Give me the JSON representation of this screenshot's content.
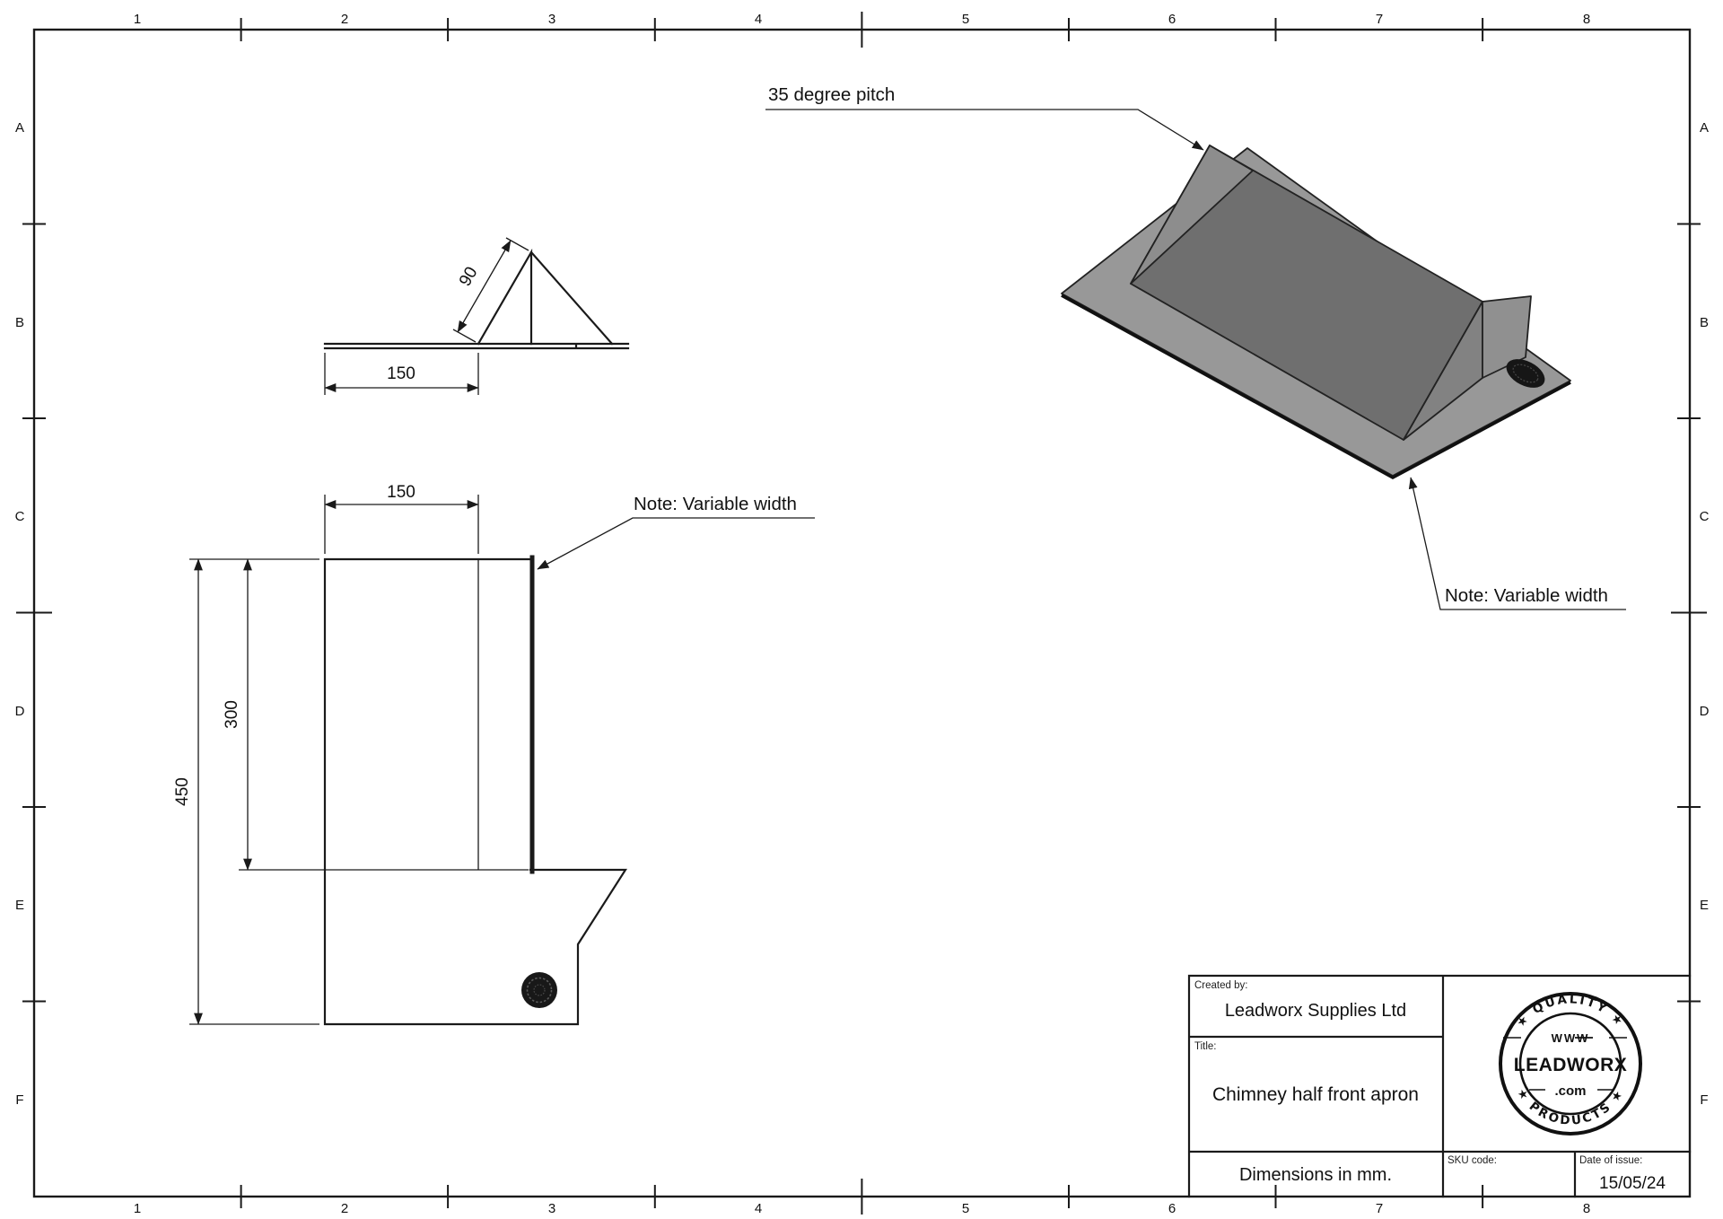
{
  "frame": {
    "columns": [
      "1",
      "2",
      "3",
      "4",
      "5",
      "6",
      "7",
      "8"
    ],
    "rows": [
      "A",
      "B",
      "C",
      "D",
      "E",
      "F"
    ]
  },
  "views": {
    "side_profile": {
      "dim_slope": "90",
      "dim_base": "150"
    },
    "front": {
      "dim_width": "150",
      "dim_upper_height": "300",
      "dim_total_height": "450",
      "note": "Note: Variable width"
    },
    "iso": {
      "pitch_note": "35 degree pitch",
      "width_note": "Note: Variable width"
    }
  },
  "title_block": {
    "created_by_label": "Created by:",
    "created_by": "Leadworx Supplies Ltd",
    "title_label": "Title:",
    "title": "Chimney half front apron",
    "units": "Dimensions in mm.",
    "sku_label": "SKU code:",
    "date_label": "Date of issue:",
    "date": "15/05/24"
  },
  "logo": {
    "arc_top": "★ QUALITY ★",
    "arc_bottom": "★ PRODUCTS ★",
    "line1": "WWW",
    "line2": "LEADWORX",
    "line3": ".com"
  },
  "colors": {
    "plate": "#989898",
    "ridge_front": "#6f6f6f",
    "ridge_cap_left": "#8d8d8d",
    "ridge_cap_right": "#828282",
    "fold_tab": "#909090",
    "stamp": "#161616"
  }
}
